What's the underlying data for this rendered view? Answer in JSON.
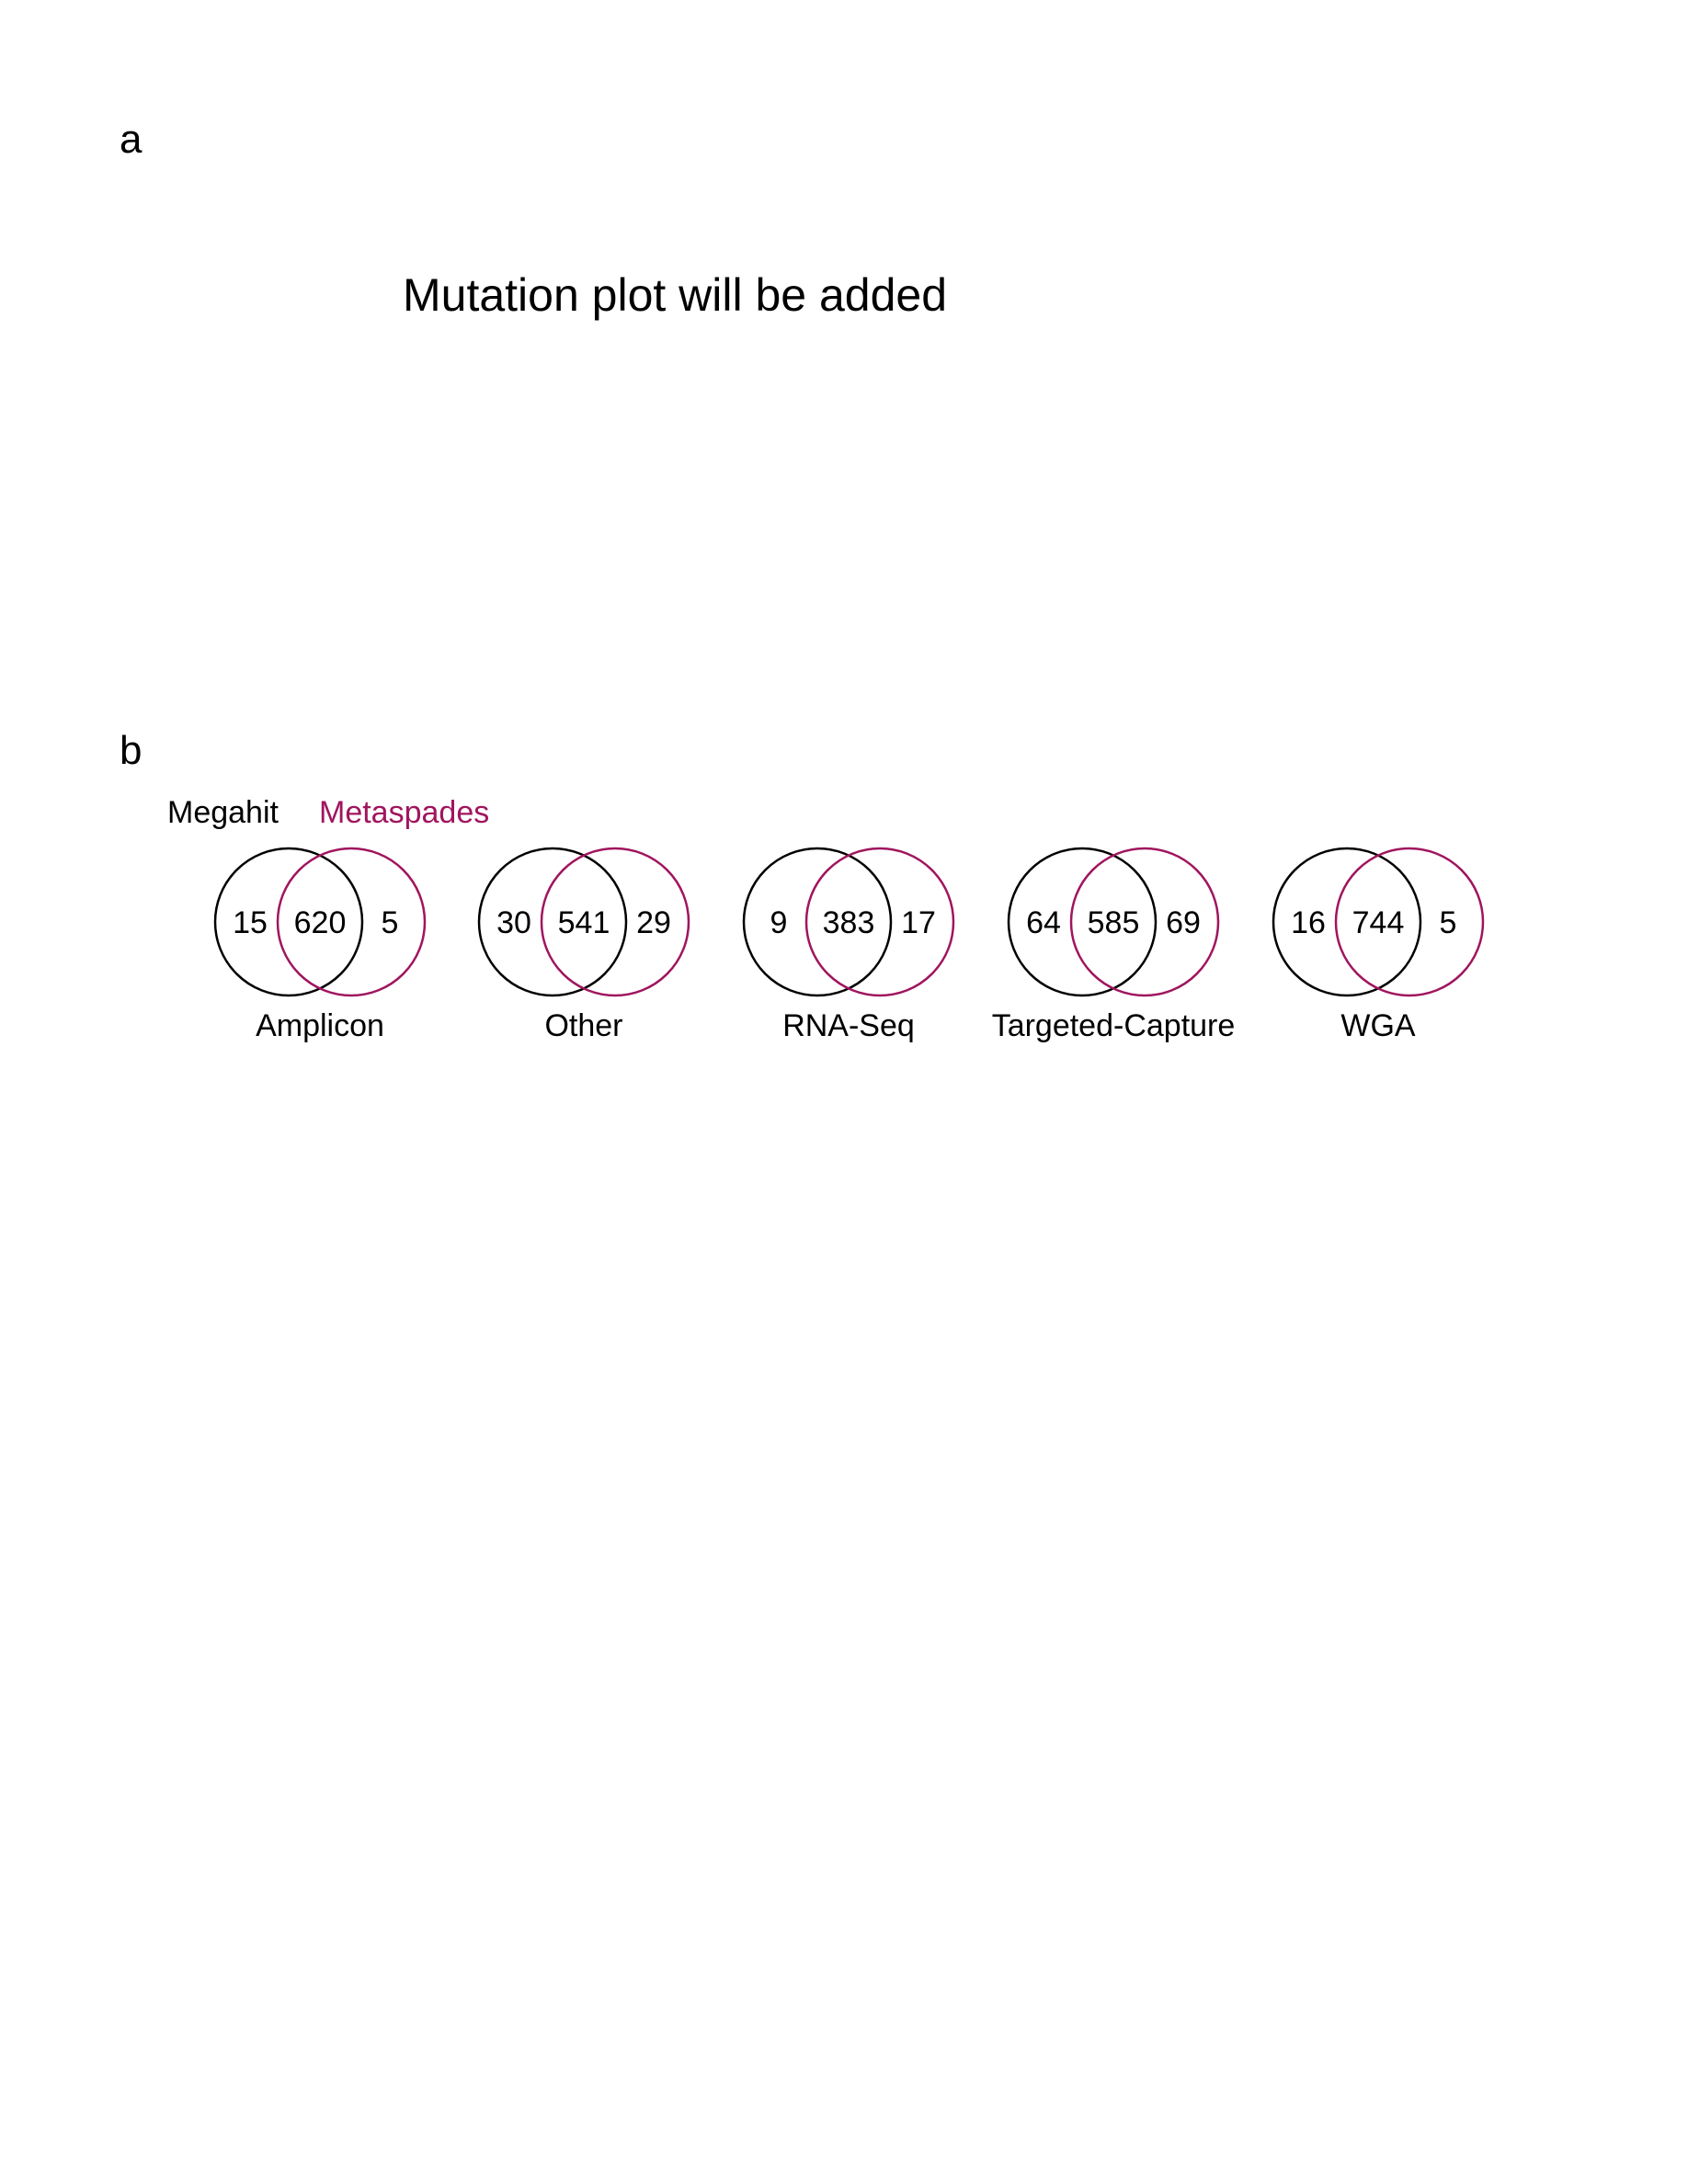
{
  "panel_a": {
    "letter": "a",
    "placeholder_text": "Mutation plot will be added"
  },
  "panel_b": {
    "letter": "b",
    "legend": [
      {
        "label": "Megahit",
        "color": "#000000"
      },
      {
        "label": "Metaspades",
        "color": "#a0155e"
      }
    ],
    "venns": [
      {
        "group": "Amplicon",
        "left_only": "15",
        "overlap": "620",
        "right_only": "5"
      },
      {
        "group": "Other",
        "left_only": "30",
        "overlap": "541",
        "right_only": "29"
      },
      {
        "group": "RNA-Seq",
        "left_only": "9",
        "overlap": "383",
        "right_only": "17"
      },
      {
        "group": "Targeted-Capture",
        "left_only": "64",
        "overlap": "585",
        "right_only": "69"
      },
      {
        "group": "WGA",
        "left_only": "16",
        "overlap": "744",
        "right_only": "5"
      }
    ]
  }
}
